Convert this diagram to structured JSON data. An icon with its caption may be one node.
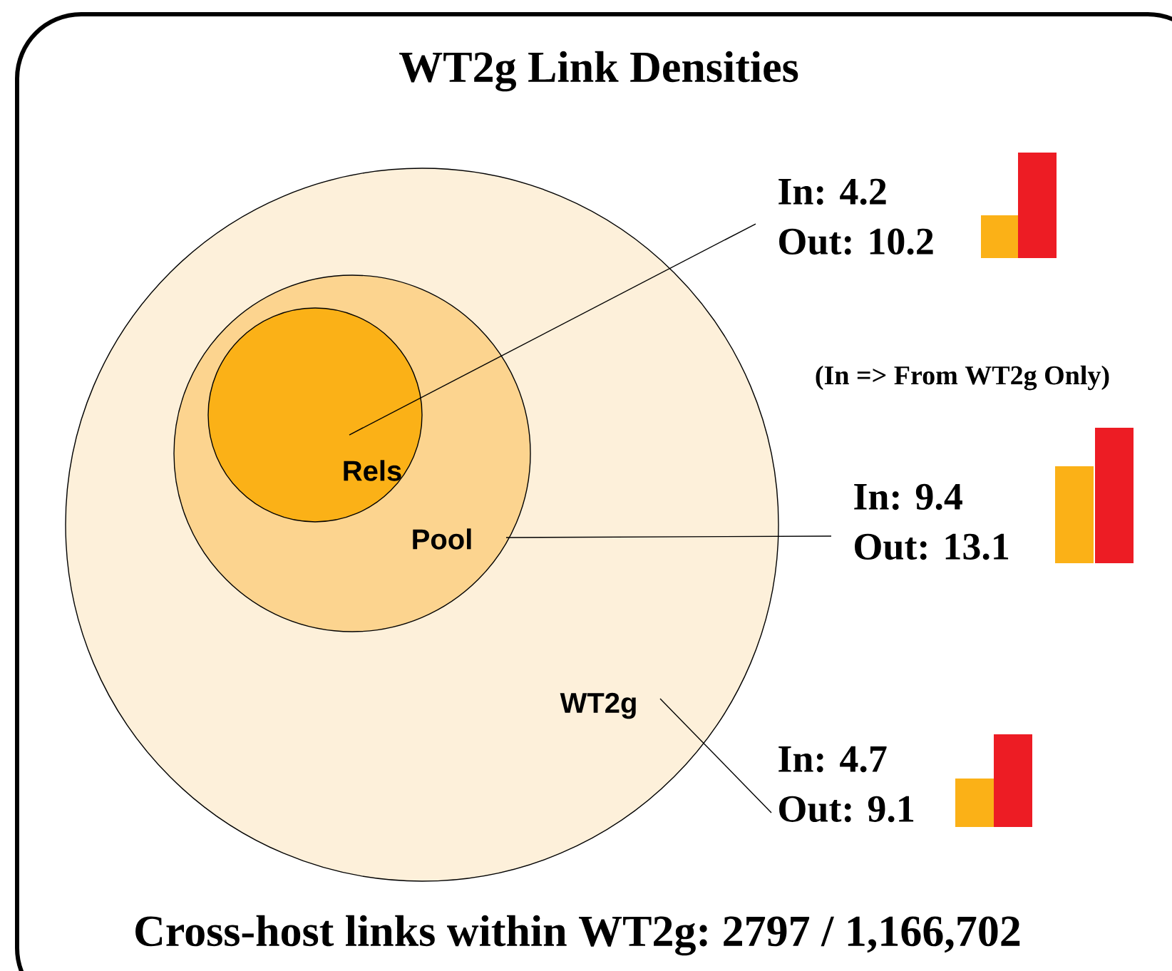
{
  "diagram": {
    "title": "WT2g Link Densities",
    "caption": "Cross-host links within WT2g: 2797 / 1,166,702",
    "nodes": [
      {
        "text": [
          "WT2g"
        ]
      },
      {
        "text": [
          "Pool"
        ],
        "in": 0
      },
      {
        "text": [
          "Rels"
        ],
        "in": 1
      },
      {
        "text": [
          "In: 4.2 Out: 10.2"
        ]
      },
      {
        "text": [
          "In: 9.4 Out: 13.1"
        ]
      },
      {
        "text": [
          "In: 4.7 Out: 9.1"
        ]
      }
    ],
    "edges": [
      {
        "from": 3,
        "to": 2,
        "arrow": "none"
      },
      {
        "from": 4,
        "to": 1,
        "arrow": "none"
      },
      {
        "from": 5,
        "to": 0,
        "arrow": "none"
      }
    ],
    "labels": [
      "(In => From WT2g Only)"
    ]
  }
}
